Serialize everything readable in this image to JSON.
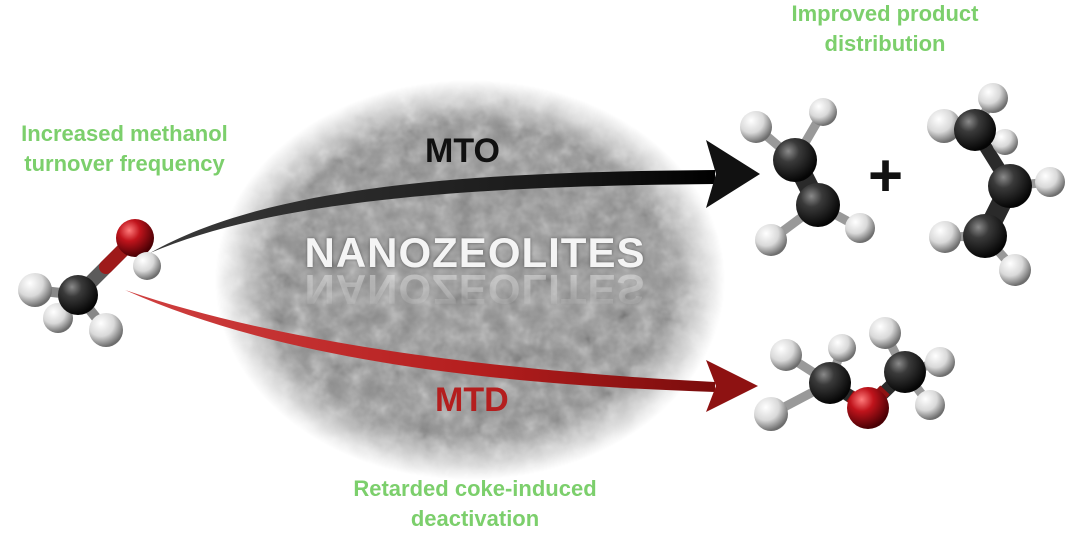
{
  "labels": {
    "improved": [
      "Improved product",
      "distribution"
    ],
    "increased": [
      "Increased methanol",
      "turnover frequency"
    ],
    "retarded": [
      "Retarded coke-induced",
      "deactivation"
    ]
  },
  "paths": {
    "upper": "MTO",
    "lower": "MTD"
  },
  "center_title": "NANOZEOLITES",
  "plus": "+",
  "colors": {
    "label_green": "#7ccf6c",
    "mto_arrow": "#1a1a1a",
    "mtd_arrow": "#b41e1e",
    "carbon": "#2a2a2a",
    "oxygen": "#c0141c",
    "hydrogen": "#e6e6e6"
  },
  "icons": [
    "methanol-molecule-icon",
    "ethylene-molecule-icon",
    "propylene-molecule-icon",
    "dimethyl-ether-molecule-icon"
  ]
}
